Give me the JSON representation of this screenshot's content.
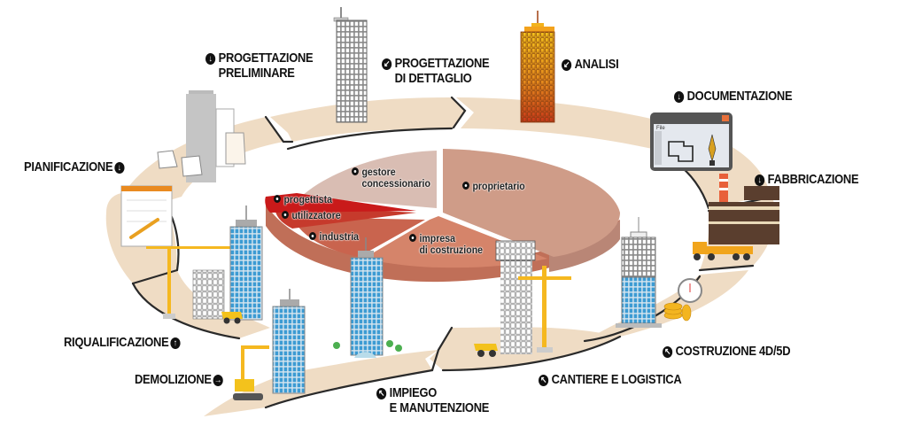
{
  "stages": [
    {
      "id": "progettazione-preliminare",
      "label_lines": [
        "PROGETTAZIONE",
        "PRELIMINARE"
      ],
      "icon": "arrow-down-circle-icon",
      "glyph": "↓"
    },
    {
      "id": "progettazione-di-dettaglio",
      "label_lines": [
        "PROGETTAZIONE",
        "DI DETTAGLIO"
      ],
      "icon": "arrow-down-left-circle-icon",
      "glyph": "↙"
    },
    {
      "id": "analisi",
      "label_lines": [
        "ANALISI"
      ],
      "icon": "arrow-down-left-circle-icon",
      "glyph": "↙"
    },
    {
      "id": "documentazione",
      "label_lines": [
        "DOCUMENTAZIONE"
      ],
      "icon": "arrow-down-circle-icon",
      "glyph": "↓"
    },
    {
      "id": "fabbricazione",
      "label_lines": [
        "FABBRICAZIONE"
      ],
      "icon": "arrow-down-circle-icon",
      "glyph": "↓"
    },
    {
      "id": "costruzione-4d-5d",
      "label_lines": [
        "COSTRUZIONE 4D/5D"
      ],
      "icon": "arrow-up-left-circle-icon",
      "glyph": "↖"
    },
    {
      "id": "cantiere-e-logistica",
      "label_lines": [
        "CANTIERE E LOGISTICA"
      ],
      "icon": "arrow-up-left-circle-icon",
      "glyph": "↖"
    },
    {
      "id": "impiego-e-manutenzione",
      "label_lines": [
        "IMPIEGO",
        "E MANUTENZIONE"
      ],
      "icon": "arrow-up-left-circle-icon",
      "glyph": "↖"
    },
    {
      "id": "demolizione",
      "label_lines": [
        "DEMOLIZIONE"
      ],
      "icon": "arrow-right-circle-icon",
      "glyph": "→"
    },
    {
      "id": "riqualificazione",
      "label_lines": [
        "RIQUALIFICAZIONE"
      ],
      "icon": "arrow-up-circle-icon",
      "glyph": "↑"
    },
    {
      "id": "pianificazione",
      "label_lines": [
        "PIANIFICAZIONE"
      ],
      "icon": "arrow-down-circle-icon",
      "glyph": "↓"
    }
  ],
  "stakeholders": [
    {
      "id": "gestore-concessionario",
      "label_lines": [
        "gestore",
        "concessionario"
      ],
      "color": "#d9bdb3"
    },
    {
      "id": "proprietario",
      "label_lines": [
        "proprietario"
      ],
      "color": "#cf9c88"
    },
    {
      "id": "impresa-di-costruzione",
      "label_lines": [
        "impresa",
        "di costruzione"
      ],
      "color": "#d5846a"
    },
    {
      "id": "industria",
      "label_lines": [
        "industria"
      ],
      "color": "#c9644e"
    },
    {
      "id": "utilizzatore",
      "label_lines": [
        "utilizzatore"
      ],
      "color": "#c63a2c"
    },
    {
      "id": "progettista",
      "label_lines": [
        "progettista"
      ],
      "color": "#c91a1a"
    }
  ],
  "palette": {
    "ring": "#efdcc4",
    "ring_edge": "#2a2a2a",
    "glass": "#4aa3d6",
    "steel": "#a8a8a8",
    "crane": "#f5b820",
    "analysis_top": "#f3b21c",
    "analysis_bottom": "#c9381a"
  },
  "documentation_window": {
    "menu_label": "File"
  }
}
